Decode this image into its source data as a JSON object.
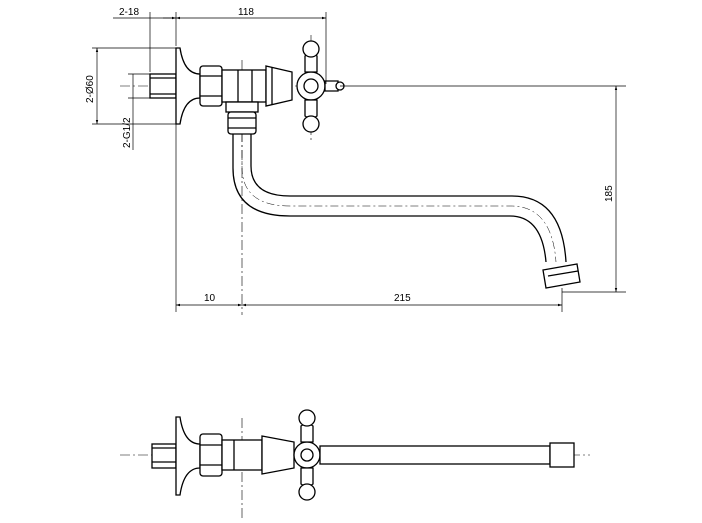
{
  "dimensions": {
    "flange_thickness": "2-18",
    "body_length": "118",
    "flange_diameter": "2-Ø60",
    "thread_size": "2-G1/2",
    "spout_height": "185",
    "wall_offset": "10",
    "spout_reach": "215"
  },
  "colors": {
    "line": "#000000",
    "background": "#ffffff"
  }
}
